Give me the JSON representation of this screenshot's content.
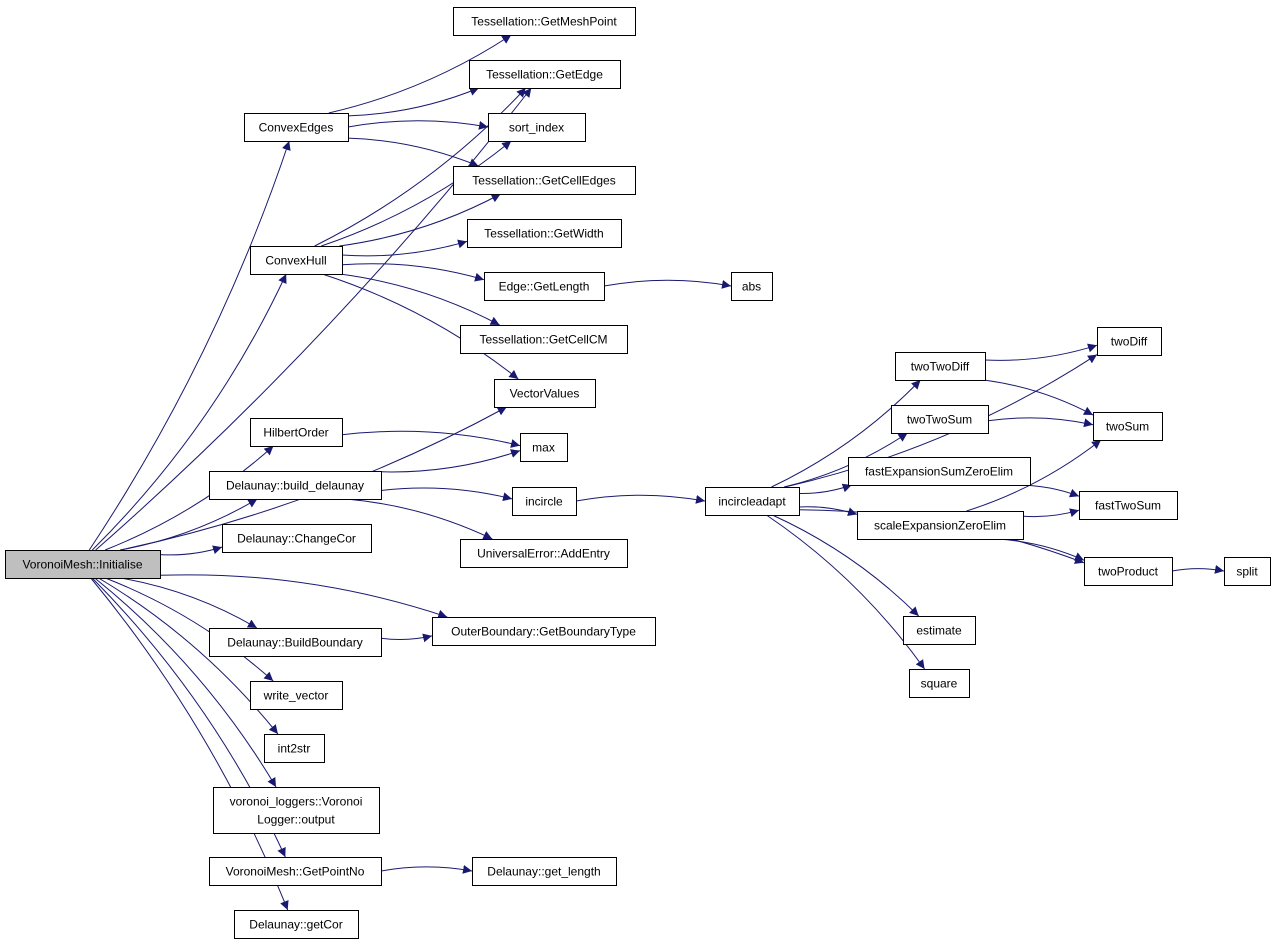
{
  "diagram": {
    "colors": {
      "edge": "#191970",
      "node_border": "#000000",
      "root_fill": "#bfbfbf",
      "node_fill": "#ffffff"
    },
    "nodes": [
      {
        "id": "vm_init",
        "label": "VoronoiMesh::Initialise",
        "root": true
      },
      {
        "id": "getmeshpoint",
        "label": "Tessellation::GetMeshPoint"
      },
      {
        "id": "getedge",
        "label": "Tessellation::GetEdge"
      },
      {
        "id": "convexedges",
        "label": "ConvexEdges"
      },
      {
        "id": "sortindex",
        "label": "sort_index"
      },
      {
        "id": "getcelledges",
        "label": "Tessellation::GetCellEdges"
      },
      {
        "id": "convexhull",
        "label": "ConvexHull"
      },
      {
        "id": "getwidth",
        "label": "Tessellation::GetWidth"
      },
      {
        "id": "edgelength",
        "label": "Edge::GetLength"
      },
      {
        "id": "abs",
        "label": "abs"
      },
      {
        "id": "getcellcm",
        "label": "Tessellation::GetCellCM"
      },
      {
        "id": "vectorvalues",
        "label": "VectorValues"
      },
      {
        "id": "hilbertorder",
        "label": "HilbertOrder"
      },
      {
        "id": "max",
        "label": "max"
      },
      {
        "id": "build_delaunay",
        "label": "Delaunay::build_delaunay"
      },
      {
        "id": "incircle",
        "label": "incircle"
      },
      {
        "id": "incircleadapt",
        "label": "incircleadapt"
      },
      {
        "id": "addentry",
        "label": "UniversalError::AddEntry"
      },
      {
        "id": "changecor",
        "label": "Delaunay::ChangeCor"
      },
      {
        "id": "buildboundary",
        "label": "Delaunay::BuildBoundary"
      },
      {
        "id": "getboundarytype",
        "label": "OuterBoundary::GetBoundaryType"
      },
      {
        "id": "writevector",
        "label": "write_vector"
      },
      {
        "id": "int2str",
        "label": "int2str"
      },
      {
        "id": "logger_output",
        "label": "voronoi_loggers::Voronoi",
        "label2": "Logger::output"
      },
      {
        "id": "getpointno",
        "label": "VoronoiMesh::GetPointNo"
      },
      {
        "id": "getlength",
        "label": "Delaunay::get_length"
      },
      {
        "id": "getcor",
        "label": "Delaunay::getCor"
      },
      {
        "id": "twodiff",
        "label": "twoDiff"
      },
      {
        "id": "twotwodiff",
        "label": "twoTwoDiff"
      },
      {
        "id": "twotwosum",
        "label": "twoTwoSum"
      },
      {
        "id": "twosum",
        "label": "twoSum"
      },
      {
        "id": "fastexpansion",
        "label": "fastExpansionSumZeroElim"
      },
      {
        "id": "fasttwosum",
        "label": "fastTwoSum"
      },
      {
        "id": "scaleexpansion",
        "label": "scaleExpansionZeroElim"
      },
      {
        "id": "twoproduct",
        "label": "twoProduct"
      },
      {
        "id": "split",
        "label": "split"
      },
      {
        "id": "estimate",
        "label": "estimate"
      },
      {
        "id": "square",
        "label": "square"
      }
    ],
    "edges": [
      [
        "vm_init",
        "getedge"
      ],
      [
        "vm_init",
        "convexedges"
      ],
      [
        "vm_init",
        "convexhull"
      ],
      [
        "vm_init",
        "vectorvalues"
      ],
      [
        "vm_init",
        "hilbertorder"
      ],
      [
        "vm_init",
        "build_delaunay"
      ],
      [
        "vm_init",
        "changecor"
      ],
      [
        "vm_init",
        "getboundarytype"
      ],
      [
        "vm_init",
        "buildboundary"
      ],
      [
        "vm_init",
        "writevector"
      ],
      [
        "vm_init",
        "int2str"
      ],
      [
        "vm_init",
        "logger_output"
      ],
      [
        "vm_init",
        "getpointno"
      ],
      [
        "vm_init",
        "getcor"
      ],
      [
        "convexedges",
        "getmeshpoint"
      ],
      [
        "convexedges",
        "getedge"
      ],
      [
        "convexedges",
        "sortindex"
      ],
      [
        "convexedges",
        "getcelledges"
      ],
      [
        "convexhull",
        "getedge"
      ],
      [
        "convexhull",
        "sortindex"
      ],
      [
        "convexhull",
        "getcelledges"
      ],
      [
        "convexhull",
        "getwidth"
      ],
      [
        "convexhull",
        "edgelength"
      ],
      [
        "convexhull",
        "getcellcm"
      ],
      [
        "convexhull",
        "vectorvalues"
      ],
      [
        "edgelength",
        "abs"
      ],
      [
        "hilbertorder",
        "max"
      ],
      [
        "build_delaunay",
        "max"
      ],
      [
        "build_delaunay",
        "incircle"
      ],
      [
        "build_delaunay",
        "addentry"
      ],
      [
        "incircle",
        "incircleadapt"
      ],
      [
        "incircleadapt",
        "twodiff"
      ],
      [
        "incircleadapt",
        "twotwodiff"
      ],
      [
        "incircleadapt",
        "twotwosum"
      ],
      [
        "incircleadapt",
        "fastexpansion"
      ],
      [
        "incircleadapt",
        "scaleexpansion"
      ],
      [
        "incircleadapt",
        "twoproduct"
      ],
      [
        "incircleadapt",
        "estimate"
      ],
      [
        "incircleadapt",
        "square"
      ],
      [
        "twotwodiff",
        "twodiff"
      ],
      [
        "twotwodiff",
        "twosum"
      ],
      [
        "twotwosum",
        "twosum"
      ],
      [
        "fastexpansion",
        "fasttwosum"
      ],
      [
        "scaleexpansion",
        "twosum"
      ],
      [
        "scaleexpansion",
        "fasttwosum"
      ],
      [
        "scaleexpansion",
        "twoproduct"
      ],
      [
        "twoproduct",
        "split"
      ],
      [
        "buildboundary",
        "getboundarytype"
      ],
      [
        "getpointno",
        "getlength"
      ]
    ]
  }
}
